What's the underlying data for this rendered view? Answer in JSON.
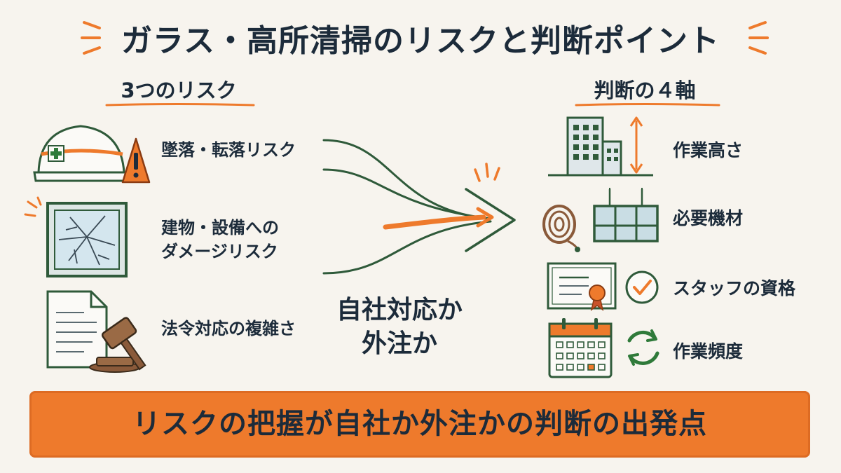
{
  "title": "ガラス・高所清掃のリスクと判断ポイント",
  "risks": {
    "heading": "3つのリスク",
    "items": [
      {
        "label": "墜落・転落リスク",
        "icon": "helmet-warning-icon"
      },
      {
        "label_line1": "建物・設備への",
        "label_line2": "ダメージリスク",
        "icon": "cracked-glass-icon"
      },
      {
        "label": "法令対応の複雑さ",
        "icon": "document-gavel-icon"
      }
    ]
  },
  "center": {
    "line1": "自社対応か",
    "line2": "外注か"
  },
  "axes": {
    "heading": "判断の４軸",
    "items": [
      {
        "label": "作業高さ",
        "icon": "building-height-icon"
      },
      {
        "label": "必要機材",
        "icon": "rope-gondola-icon"
      },
      {
        "label": "スタッフの資格",
        "icon": "certificate-check-icon"
      },
      {
        "label": "作業頻度",
        "icon": "calendar-cycle-icon"
      }
    ]
  },
  "banner": {
    "text": "リスクの把握が自社か外注かの判断の出発点"
  },
  "colors": {
    "accent": "#ee7a2c",
    "ink": "#1c2b3a",
    "green": "#2f5a3a",
    "background": "#f7f4ee"
  }
}
